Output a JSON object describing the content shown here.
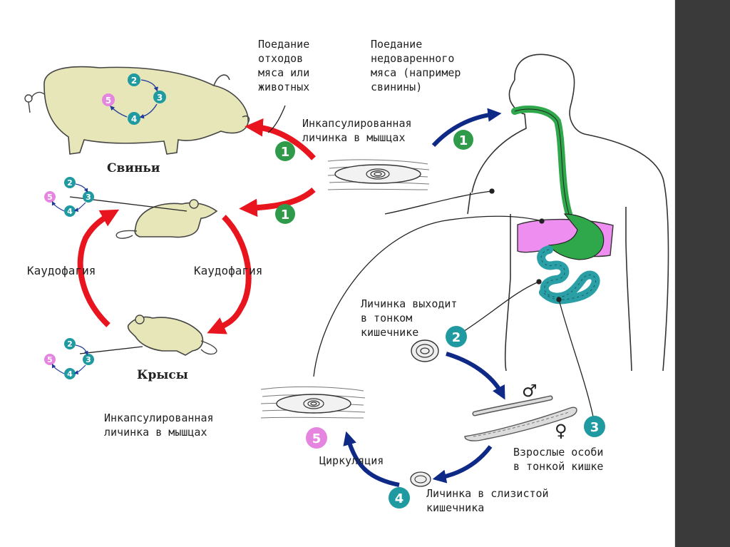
{
  "labels": {
    "pig": "Свиньи",
    "rats": "Крысы",
    "caudophagy_left": "Каудофагия",
    "caudophagy_right": "Каудофагия",
    "eating_waste": "Поедание\nотходов\nмяса или\nживотных",
    "eating_meat": "Поедание\nнедоваренного\nмяса (например\nсвинины)",
    "encapsulated_top": "Инкапсулированная\nличинка в мышцах",
    "encapsulated_bottom": "Инкапсулированная\nличинка в мышцах",
    "larva_exits": "Личинка выходит\nв тонком\nкишечнике",
    "adults": "Взрослые особи\nв тонкой кишке",
    "larva_mucosa": "Личинка в слизистой\nкишечника",
    "circulation": "Циркуляция",
    "male_symbol": "♂",
    "female_symbol": "♀"
  },
  "badges": {
    "b1": "1",
    "b2": "2",
    "b3": "3",
    "b4": "4",
    "b5": "5"
  },
  "colors": {
    "red_arrow": "#e8141e",
    "blue_arrow": "#0e2a86",
    "green_badge": "#2e9a4a",
    "teal_badge": "#1e9aa0",
    "pink_badge": "#e585e0",
    "digestive_green": "#2ea84a",
    "liver_pink": "#ee8ef0",
    "intestine_teal": "#2a9fa6",
    "animal_fill": "#e6e6b8"
  }
}
